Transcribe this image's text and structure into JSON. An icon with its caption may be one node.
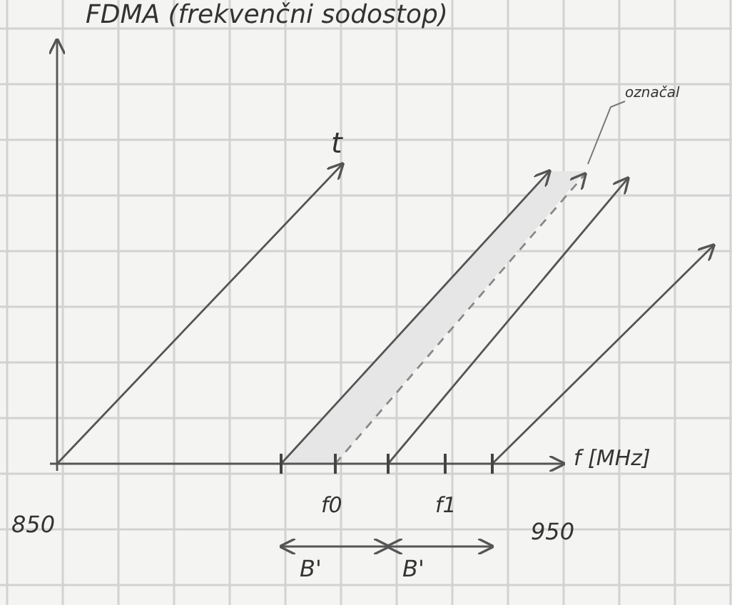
{
  "diagram": {
    "title": "FDMA (frekvenčni sodostop)",
    "nodes": [
      {
        "text": [
          "označal"
        ]
      },
      {
        "text": [],
        "shape": "line"
      }
    ],
    "edges": [
      {
        "from": 0,
        "to": 1,
        "arrow": "none"
      }
    ],
    "labels": [
      "t",
      "f [MHz]",
      "850",
      "f0",
      "f1",
      "950",
      "B'",
      "B'"
    ]
  }
}
